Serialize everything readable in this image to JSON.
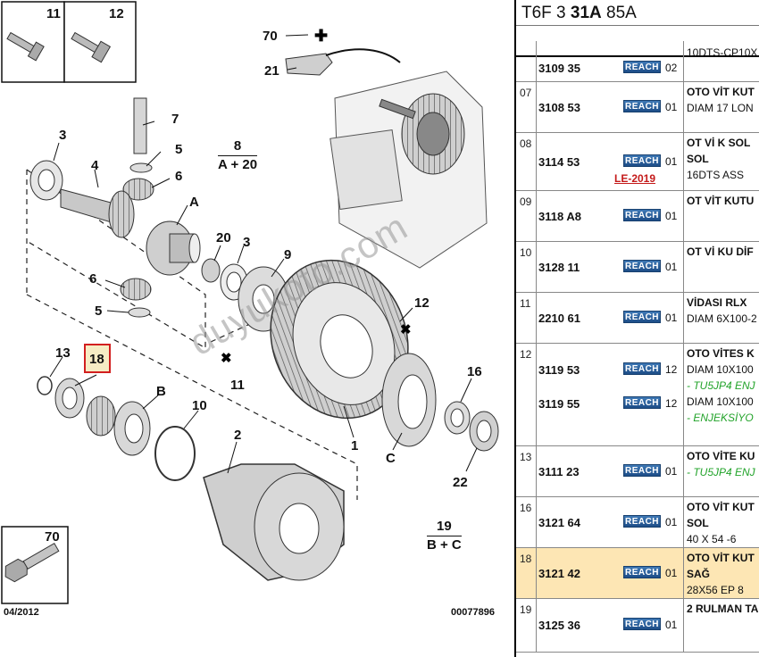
{
  "diagram": {
    "labels": {
      "l11_top": "11",
      "l12_top": "12",
      "l70_top": "70",
      "l21": "21",
      "l7": "7",
      "l5_top": "5",
      "l6_top": "6",
      "l3_left": "3",
      "l4": "4",
      "lA": "A",
      "l20": "20",
      "l3_mid": "3",
      "l9": "9",
      "l6_mid": "6",
      "l5_mid": "5",
      "l12_mid": "12",
      "l11_mid": "11",
      "l13": "13",
      "l18": "18",
      "lB": "B",
      "l10": "10",
      "l2": "2",
      "l1": "1",
      "lC": "C",
      "l16": "16",
      "l22": "22",
      "l70_bottom": "70"
    },
    "fraction_8": {
      "top": "8",
      "bottom": "A + 20"
    },
    "fraction_19": {
      "top": "19",
      "bottom": "B + C"
    },
    "date": "04/2012",
    "ref_code": "00077896",
    "watermark": "duyukoto.com"
  },
  "panel": {
    "title_prefix": "T6F 3 ",
    "title_bold": "31A",
    "title_suffix": " 85A",
    "rows": [
      {
        "item": "",
        "refs": [
          {
            "ref": "3109 35",
            "badge": "REACH",
            "qty": "02"
          }
        ],
        "desc": [
          {
            "t": "10DTS-CP10X",
            "s": "n"
          }
        ]
      },
      {
        "item": "07",
        "refs": [
          {
            "ref": "3108 53",
            "badge": "REACH",
            "qty": "01"
          }
        ],
        "desc": [
          {
            "t": "OTO VİT KUT",
            "s": "b"
          },
          {
            "t": "DIAM 17 LON",
            "s": "n"
          }
        ]
      },
      {
        "item": "08",
        "refs": [
          {
            "ref": "3114 53",
            "badge": "REACH",
            "qty": "01"
          }
        ],
        "note": "LE-2019",
        "desc": [
          {
            "t": "OT Vİ K SOL",
            "s": "b"
          },
          {
            "t": "SOL",
            "s": "b"
          },
          {
            "t": "16DTS ASS",
            "s": "n"
          }
        ]
      },
      {
        "item": "09",
        "refs": [
          {
            "ref": "3118 A8",
            "badge": "REACH",
            "qty": "01"
          }
        ],
        "desc": [
          {
            "t": "OT VİT KUTU",
            "s": "b"
          }
        ]
      },
      {
        "item": "10",
        "refs": [
          {
            "ref": "3128 11",
            "badge": "REACH",
            "qty": "01"
          }
        ],
        "desc": [
          {
            "t": "OT Vİ KU DİF",
            "s": "b"
          }
        ]
      },
      {
        "item": "11",
        "refs": [
          {
            "ref": "2210 61",
            "badge": "REACH",
            "qty": "01"
          }
        ],
        "desc": [
          {
            "t": "VİDASI RLX",
            "s": "b"
          },
          {
            "t": "DIAM 6X100-2",
            "s": "n"
          }
        ]
      },
      {
        "item": "12",
        "refs": [
          {
            "ref": "3119 53",
            "badge": "REACH",
            "qty": "12"
          },
          {
            "ref": "3119 55",
            "badge": "REACH",
            "qty": "12"
          }
        ],
        "desc": [
          {
            "t": "OTO VİTES K",
            "s": "b"
          },
          {
            "t": "DIAM 10X100",
            "s": "n"
          },
          {
            "t": "- TU5JP4 ENJ",
            "s": "g"
          },
          {
            "t": "DIAM 10X100",
            "s": "n"
          },
          {
            "t": "- ENJEKSİYO",
            "s": "g"
          }
        ]
      },
      {
        "item": "13",
        "refs": [
          {
            "ref": "3111 23",
            "badge": "REACH",
            "qty": "01"
          }
        ],
        "desc": [
          {
            "t": "OTO VİTE KU",
            "s": "b"
          },
          {
            "t": "- TU5JP4 ENJ",
            "s": "g"
          }
        ]
      },
      {
        "item": "16",
        "refs": [
          {
            "ref": "3121 64",
            "badge": "REACH",
            "qty": "01"
          }
        ],
        "desc": [
          {
            "t": "OTO VİT KUT",
            "s": "b"
          },
          {
            "t": "SOL",
            "s": "b"
          },
          {
            "t": "40 X 54 -6",
            "s": "n"
          }
        ]
      },
      {
        "item": "18",
        "selected": true,
        "refs": [
          {
            "ref": "3121 42",
            "badge": "REACH",
            "qty": "01"
          }
        ],
        "desc": [
          {
            "t": "OTO VİT KUT",
            "s": "b"
          },
          {
            "t": "SAĞ",
            "s": "b"
          },
          {
            "t": "28X56 EP 8",
            "s": "n"
          }
        ]
      },
      {
        "item": "19",
        "refs": [
          {
            "ref": "3125 36",
            "badge": "REACH",
            "qty": "01"
          }
        ],
        "desc": [
          {
            "t": "2 RULMAN TA",
            "s": "b"
          }
        ]
      }
    ]
  },
  "colors": {
    "highlight_border": "#d21f1f",
    "highlight_fill": "#f6ecc4",
    "selected_row": "#fde6b4",
    "reach_badge": "#2a5f9e",
    "note_red": "#c41a1a",
    "green_text": "#22a32a"
  }
}
